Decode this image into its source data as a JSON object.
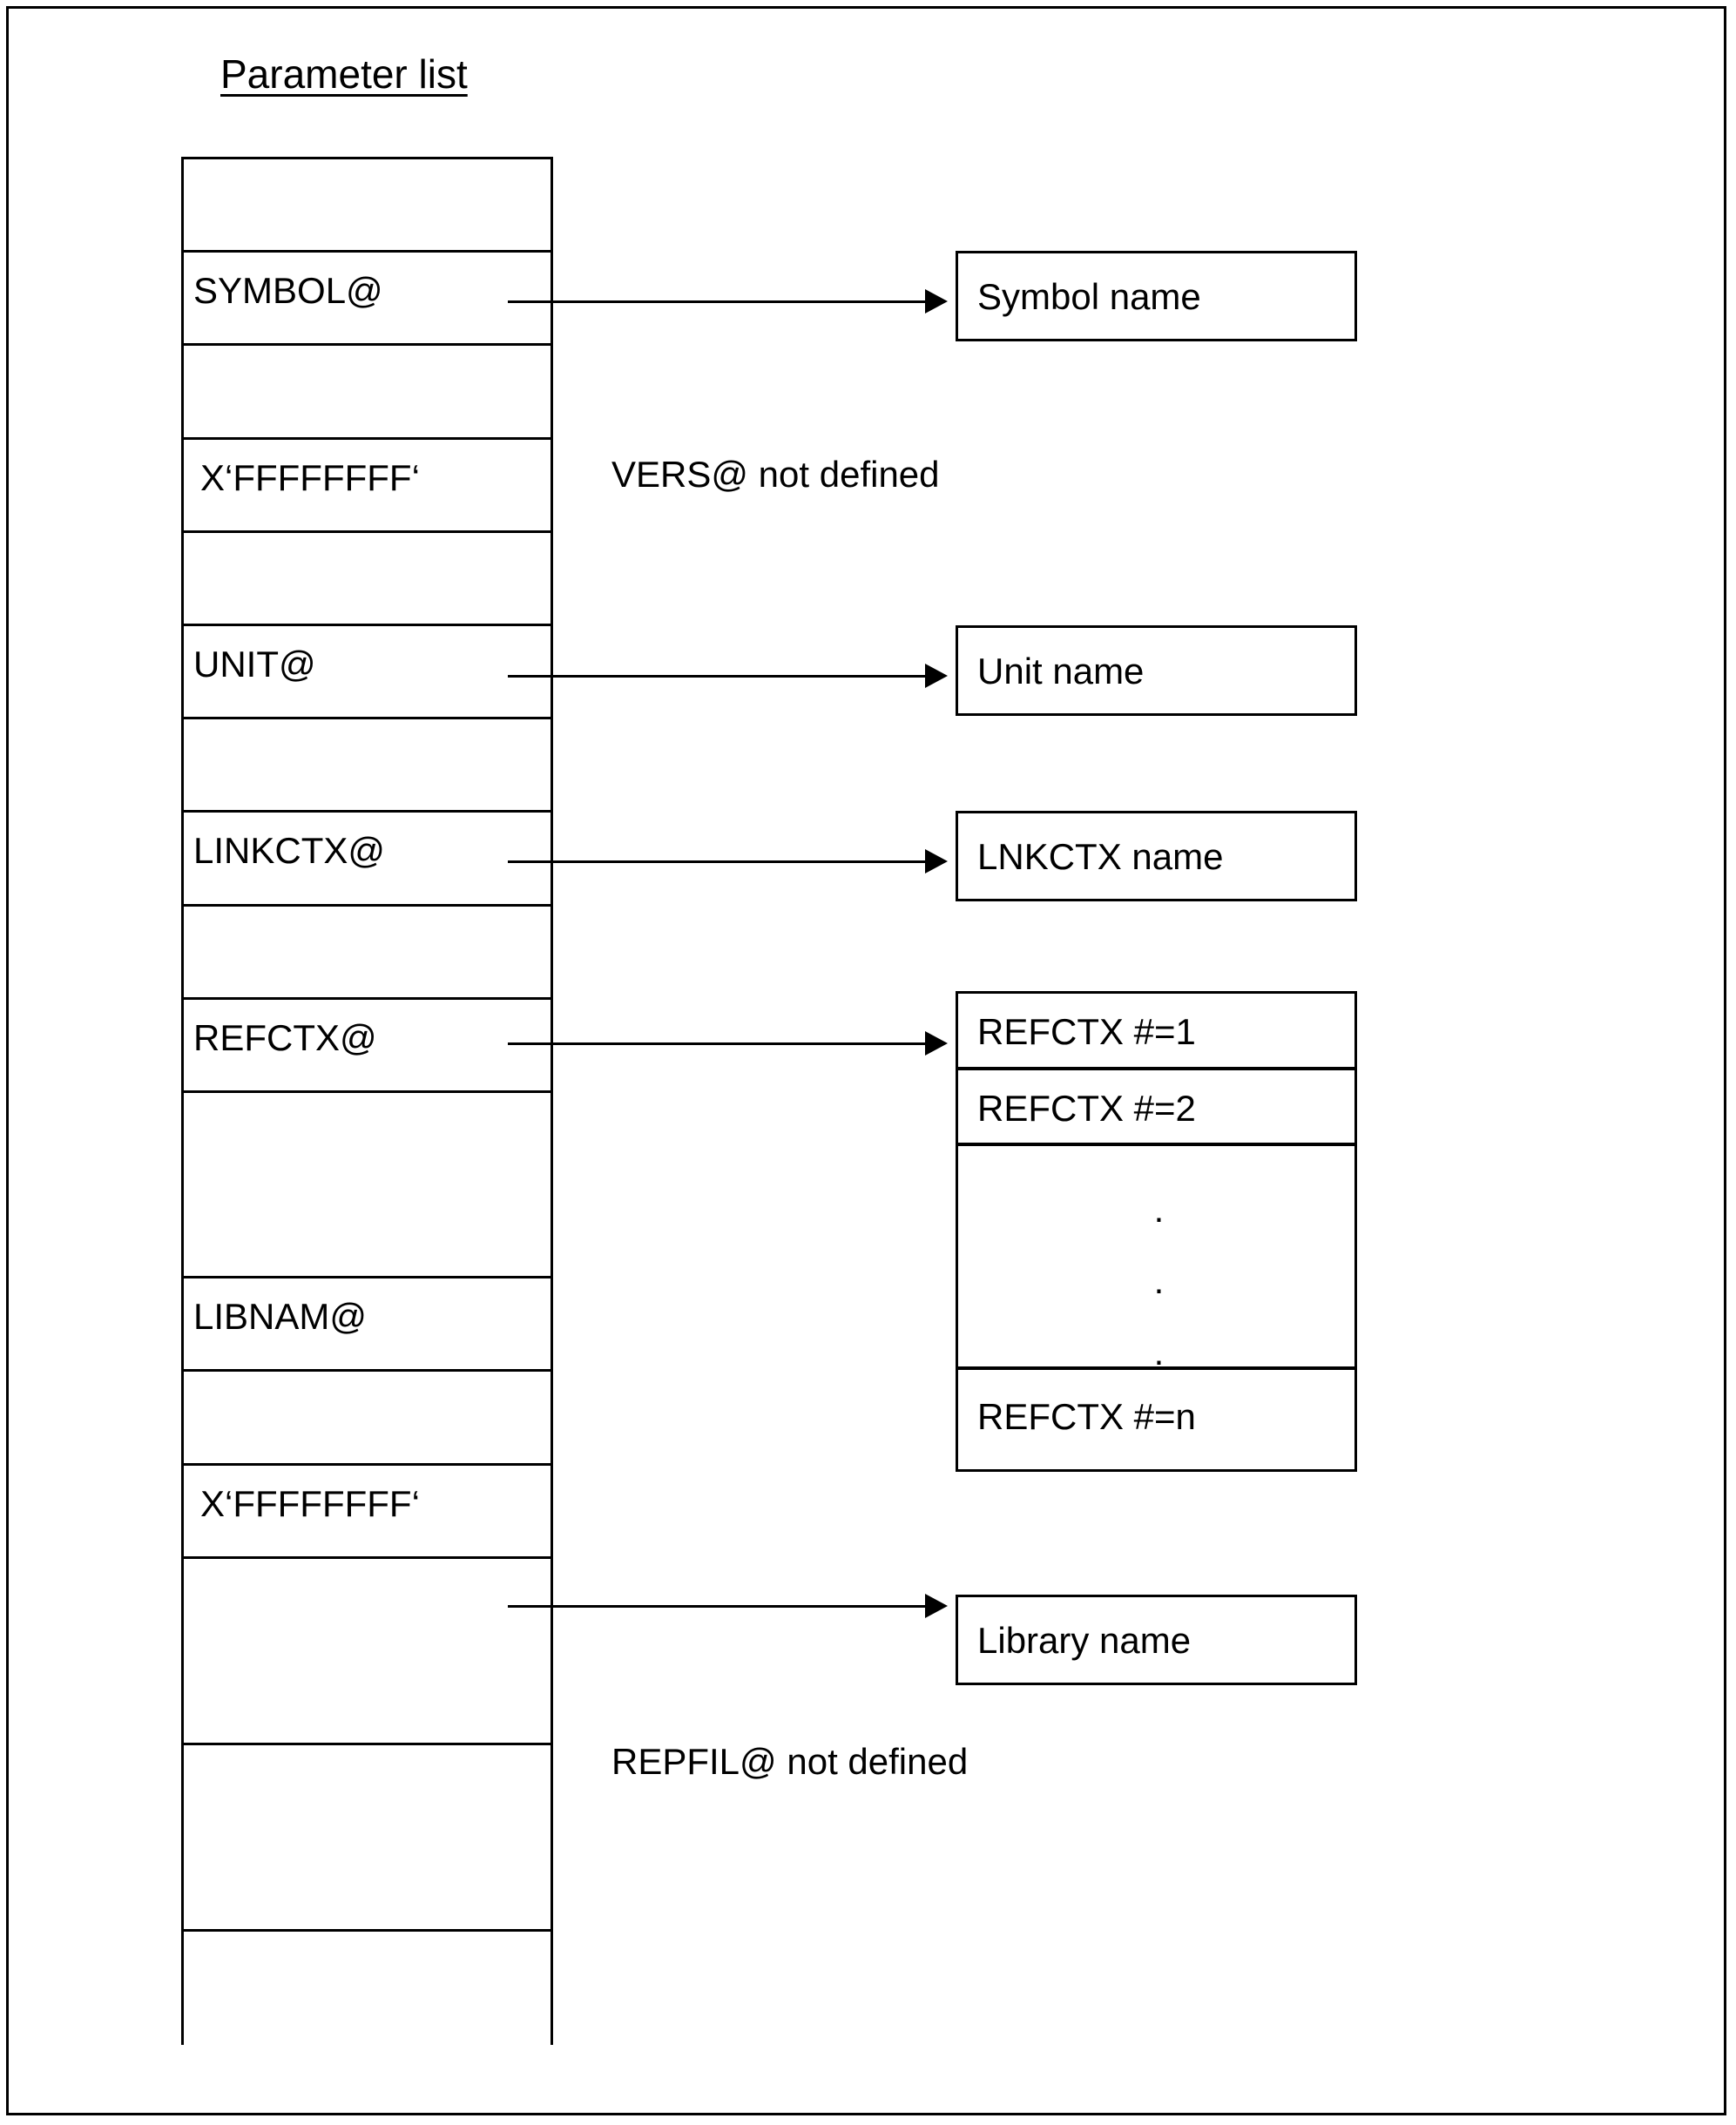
{
  "title": "Parameter list",
  "parameter_list": {
    "name": "Parameter list",
    "rows": [
      {
        "label": "",
        "kind": "empty"
      },
      {
        "label": "SYMBOL@",
        "kind": "pointer"
      },
      {
        "label": "",
        "kind": "empty"
      },
      {
        "label": "X‘FFFFFFFF‘",
        "kind": "value"
      },
      {
        "label": "",
        "kind": "empty"
      },
      {
        "label": "UNIT@",
        "kind": "pointer"
      },
      {
        "label": "",
        "kind": "empty"
      },
      {
        "label": "LINKCTX@",
        "kind": "pointer"
      },
      {
        "label": "",
        "kind": "empty"
      },
      {
        "label": "REFCTX@",
        "kind": "pointer"
      },
      {
        "label": "",
        "kind": "empty-tall"
      },
      {
        "label": "LIBNAM@",
        "kind": "pointer"
      },
      {
        "label": "",
        "kind": "empty"
      },
      {
        "label": "X‘FFFFFFFF‘",
        "kind": "value"
      },
      {
        "label": "",
        "kind": "empty"
      },
      {
        "label": "",
        "kind": "empty"
      },
      {
        "label": "",
        "kind": "empty-clipped"
      }
    ]
  },
  "targets": {
    "symbol_name": "Symbol name",
    "unit_name": "Unit name",
    "lnkctx_name": "LNKCTX name",
    "library_name": "Library name"
  },
  "refctx_stack": {
    "first": "REFCTX #=1",
    "second": "REFCTX #=2",
    "ellipsis_dot": ".",
    "last": "REFCTX #=n"
  },
  "annotations": {
    "vers_not_defined": "VERS@ not defined",
    "repfil_not_defined": "REPFIL@ not defined"
  },
  "colors": {
    "line": "#000000",
    "background": "#ffffff"
  }
}
